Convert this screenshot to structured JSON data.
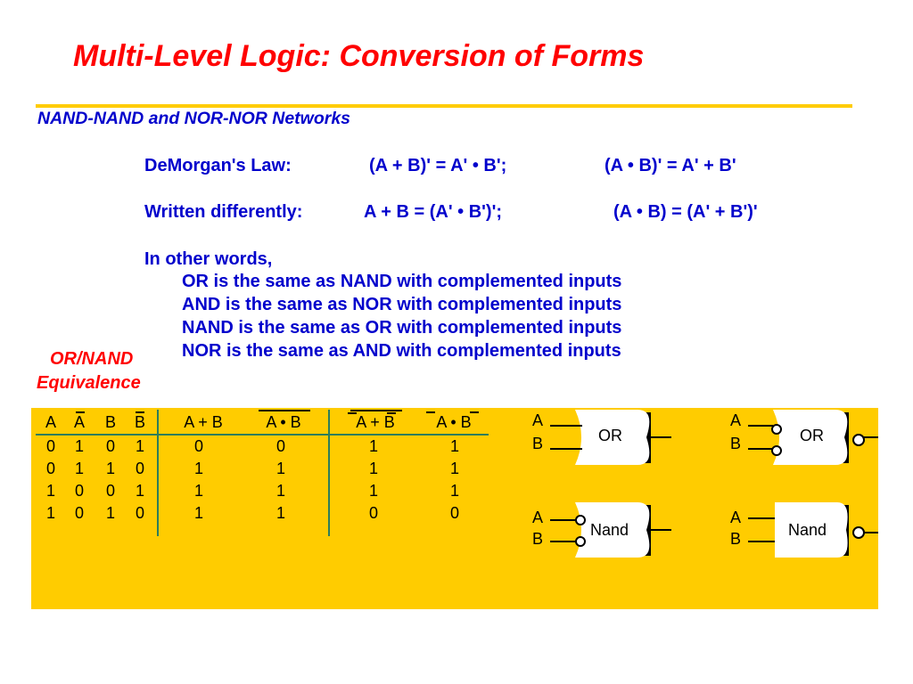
{
  "title": "Multi-Level Logic: Conversion of Forms",
  "subtitle": "NAND-NAND and NOR-NOR Networks",
  "demorgan": {
    "label": "DeMorgan's Law:",
    "eq1": "(A + B)'  =  A'  • B';",
    "eq2": "(A • B)'  =  A'  +  B'"
  },
  "written": {
    "label": "Written differently:",
    "eq1": "A  +  B  =  (A' • B')';",
    "eq2": "(A • B)  =  (A'  +  B')'"
  },
  "other_words": {
    "intro": "In other words,",
    "lines": [
      "OR is the same as NAND with complemented inputs",
      "AND is the same as NOR with complemented inputs",
      "NAND is the same as OR with complemented inputs",
      "NOR is the same as AND with complemented inputs"
    ]
  },
  "side_label": {
    "line1": "OR/NAND",
    "line2": "Equivalence"
  },
  "truth_table": {
    "headers": [
      "A",
      "A",
      "B",
      "B",
      "A + B",
      "A • B",
      "A + B",
      "A • B"
    ],
    "rows": [
      [
        "0",
        "1",
        "0",
        "1",
        "0",
        "0",
        "1",
        "1"
      ],
      [
        "0",
        "1",
        "1",
        "0",
        "1",
        "1",
        "1",
        "1"
      ],
      [
        "1",
        "0",
        "0",
        "1",
        "1",
        "1",
        "1",
        "1"
      ],
      [
        "1",
        "0",
        "1",
        "0",
        "1",
        "1",
        "0",
        "0"
      ]
    ]
  },
  "gates": {
    "input_a": "A",
    "input_b": "B",
    "or_label": "OR",
    "nand_label": "Nand"
  },
  "colors": {
    "title": "#ff0000",
    "body": "#0000cc",
    "panel": "#ffcc00",
    "rule": "#ffcc00",
    "table_lines": "#2e7d5b"
  }
}
